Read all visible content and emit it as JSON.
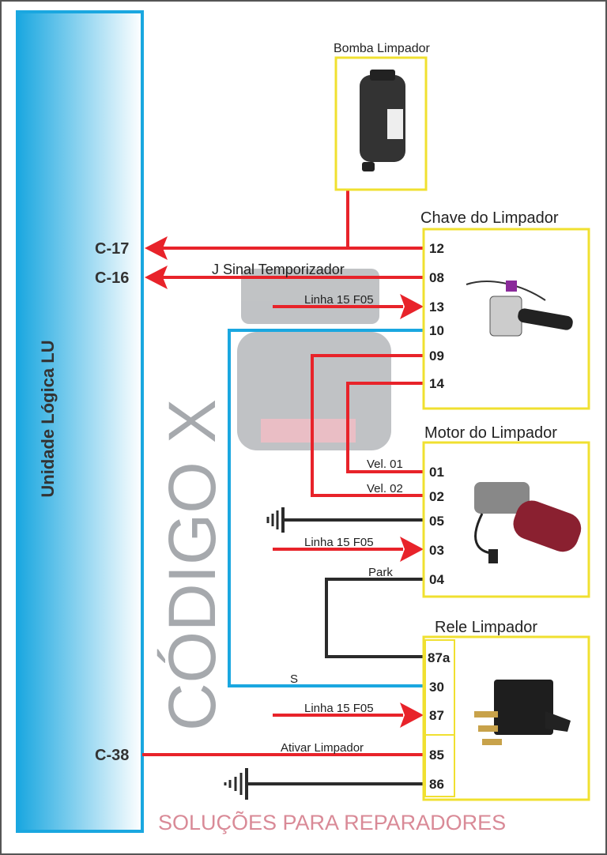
{
  "logic_unit": {
    "label": "Unidade Lógica LU",
    "connectors": [
      "C-17",
      "C-16",
      "C-38"
    ]
  },
  "watermark": {
    "brand": "CÓDIGO X",
    "tagline": "SOLUÇÕES PARA REPARADORES"
  },
  "components": {
    "pump": {
      "title": "Bomba Limpador"
    },
    "switch": {
      "title": "Chave do Limpador",
      "pins": [
        "12",
        "08",
        "13",
        "10",
        "09",
        "14"
      ]
    },
    "motor": {
      "title": "Motor do Limpador",
      "pins": [
        "01",
        "02",
        "05",
        "03",
        "04"
      ]
    },
    "relay": {
      "title": "Rele Limpador",
      "pins": [
        "87a",
        "30",
        "87",
        "85",
        "86"
      ]
    }
  },
  "wire_labels": {
    "sinal": "J Sinal Temporizador",
    "linha_13": "Linha 15 F05",
    "vel1": "Vel. 01",
    "vel2": "Vel. 02",
    "linha_03": "Linha 15 F05",
    "park": "Park",
    "s": "S",
    "linha_87": "Linha 15 F05",
    "ativar": "Ativar Limpador"
  },
  "colors": {
    "red": "#e8232a",
    "blue": "#1aa7e0",
    "black": "#2b2b2b",
    "yellow": "#f0e030"
  }
}
